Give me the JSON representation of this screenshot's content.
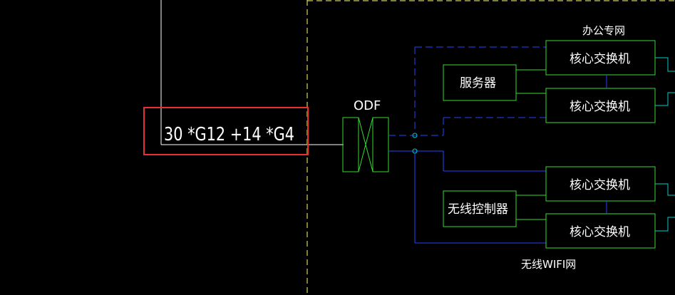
{
  "cable_label": "30 *G12 +14 *G4",
  "odf_label": "ODF",
  "groups": {
    "office_network": "办公专网",
    "wifi_network": "无线WIFI网"
  },
  "devices": {
    "server": "服务器",
    "wireless_controller": "无线控制器",
    "core_switch_1": "核心交换机",
    "core_switch_2": "核心交换机",
    "core_switch_3": "核心交换机",
    "core_switch_4": "核心交换机"
  },
  "colors": {
    "background": "#000000",
    "line_white": "#ffffff",
    "line_yellow": "#ffff66",
    "box_green": "#33dd33",
    "line_blue": "#2244ff",
    "line_cyan": "#00cccc",
    "highlight_red": "#e83030"
  }
}
